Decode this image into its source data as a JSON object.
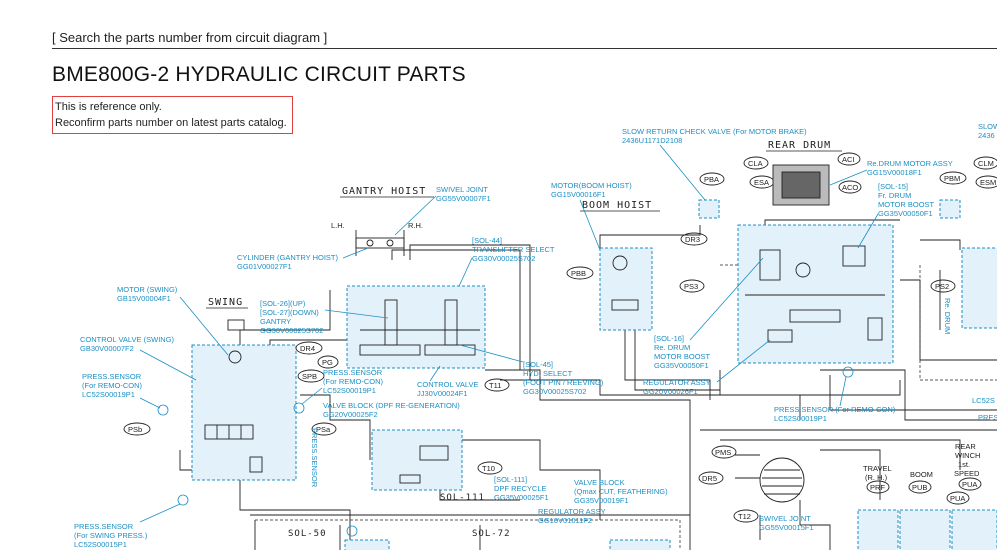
{
  "header": {
    "breadcrumb": "[ Search the parts number from circuit diagram ]",
    "title": "BME800G-2 HYDRAULIC CIRCUIT PARTS",
    "notice_line1": "This is reference only.",
    "notice_line2": "Reconfirm parts number on latest parts catalog."
  },
  "colors": {
    "accent": "#1b8fc4",
    "fill": "#e3f1fb",
    "notice_border": "#e04040"
  },
  "sections": {
    "gantry_hoist": "GANTRY HOIST",
    "swing": "SWING",
    "boom_hoist": "BOOM HOIST",
    "rear_drum": "REAR DRUM",
    "sol_50": "SOL-50",
    "sol_72": "SOL-72",
    "sol_111": "SOL-111",
    "lh": "L.H.",
    "rh": "R.H."
  },
  "parts": {
    "swivel_joint_1": "SWIVEL JOINT",
    "swivel_joint_1_pn": "GG55V00007F1",
    "cylinder_gantry": "CYLINDER (GANTRY HOIST)",
    "cylinder_gantry_pn": "GG01V00027F1",
    "sol44_a": "[SOL-44]",
    "sol44_b": "TRANSLIFTER SELECT",
    "sol44_pn": "GG30V00025S702",
    "motor_swing": "MOTOR (SWING)",
    "motor_swing_pn": "GB15V00004F1",
    "sol26": "[SOL-26](UP)",
    "sol27": "[SOL-27](DOWN)",
    "gantry": "GANTRY",
    "sol26_pn": "GG30V00025S702",
    "cv_swing": "CONTROL VALVE (SWING)",
    "cv_swing_pn": "GB30V00007F2",
    "ps_remo1_a": "PRESS.SENSOR",
    "ps_remo1_b": "(For REMO-CON)",
    "ps_remo1_pn": "LC52S00019P1",
    "ps_remo2_a": "PRESS.SENSOR",
    "ps_remo2_b": "(For REMO-CON)",
    "ps_remo2_pn": "LC52S00019P1",
    "control_valve": "CONTROL VALVE",
    "control_valve_pn": "JJ30V00024F1",
    "sol45_a": "[SOL-45]",
    "sol45_b": "HYD. SELECT",
    "sol45_c": "(FOOT PIN / REEVING)",
    "sol45_pn": "GG30V00025S702",
    "valve_block_dpf": "VALVE BLOCK (DPF RE-GENERATION)",
    "valve_block_dpf_pn": "GG20V00025F2",
    "ps_swing_a": "PRESS.SENSOR",
    "ps_swing_b": "(For SWING PRESS.)",
    "ps_swing_pn": "LC52S00015P1",
    "sol111_a": "[SOL-111]",
    "sol111_b": "DPF RECYCLE",
    "sol111_pn": "GG35V00025F1",
    "valve_block_q": "VALVE BLOCK",
    "valve_block_q_b": "(Qmax CUT, FEATHERING)",
    "valve_block_q_pn": "GG35V00019F1",
    "reg_assy1": "REGULATOR ASSY",
    "reg_assy1_pn": "GG10V01011F2",
    "motor_boom": "MOTOR(BOOM HOIST)",
    "motor_boom_pn": "GG15V00016F1",
    "slow_return": "SLOW RETURN CHECK VALVE (For MOTOR BRAKE)",
    "slow_return_pn": "2436U1171D2108",
    "re_drum_motor": "Re.DRUM MOTOR ASSY",
    "re_drum_motor_pn": "GG15V00018F1",
    "sol15_a": "[SOL-15]",
    "sol15_b": "Fr. DRUM",
    "sol15_c": "MOTOR BOOST",
    "sol15_pn": "GG35V00050F1",
    "sol16_a": "[SOL-16]",
    "sol16_b": "Re. DRUM",
    "sol16_c": "MOTOR BOOST",
    "sol16_pn": "GG35V00050F1",
    "reg_assy2": "REGULATOR ASSY",
    "reg_assy2_pn": "GG20V00026F1",
    "ps_remo3": "PRESS.SENSOR (For REMO-CON)",
    "ps_remo3_pn": "LC52S00019P1",
    "swivel_joint_2": "SWIVEL JOINT",
    "swivel_joint_2_pn": "GG55V00015F1",
    "slow_right": "SLOW",
    "slow_right_pn": "2436",
    "rear_winch_a": "REAR",
    "rear_winch_b": "WINCH",
    "rear_winch_c": "1st.",
    "rear_winch_d": "SPEED",
    "travel_a": "TRAVEL",
    "travel_b": "(R. H.)",
    "boom_label": "BOOM",
    "press_right": "PRESS",
    "press_right_pn": "LC52S"
  },
  "ports": {
    "dr4": "DR4",
    "pg": "PG",
    "spb": "SPB",
    "psb": "PSb",
    "psa": "PSa",
    "t11": "T11",
    "t10": "T10",
    "pbb": "PBB",
    "dr3": "DR3",
    "ps3": "PS3",
    "pba": "PBA",
    "cla": "CLA",
    "esa": "ESA",
    "aci": "ACI",
    "aco": "ACO",
    "pbm": "PBM",
    "clm": "CLM",
    "esm": "ESM",
    "ps2": "PS2",
    "pms": "PMS",
    "dr5": "DR5",
    "t12": "T12",
    "prf": "PRF",
    "pub": "PUB",
    "pua": "PUA",
    "pua2": "PUA"
  }
}
